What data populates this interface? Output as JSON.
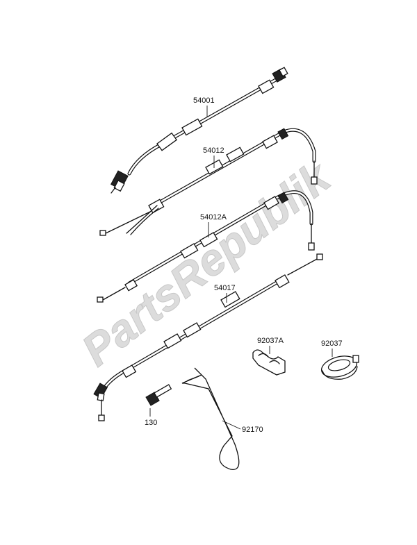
{
  "watermark": {
    "text": "PartsRepublik",
    "color": "#dcdcdc"
  },
  "callouts": {
    "c54001": "54001",
    "c54012": "54012",
    "c54012A": "54012A",
    "c54017": "54017",
    "c92037A": "92037A",
    "c92037": "92037",
    "c130": "130",
    "c92170": "92170"
  }
}
